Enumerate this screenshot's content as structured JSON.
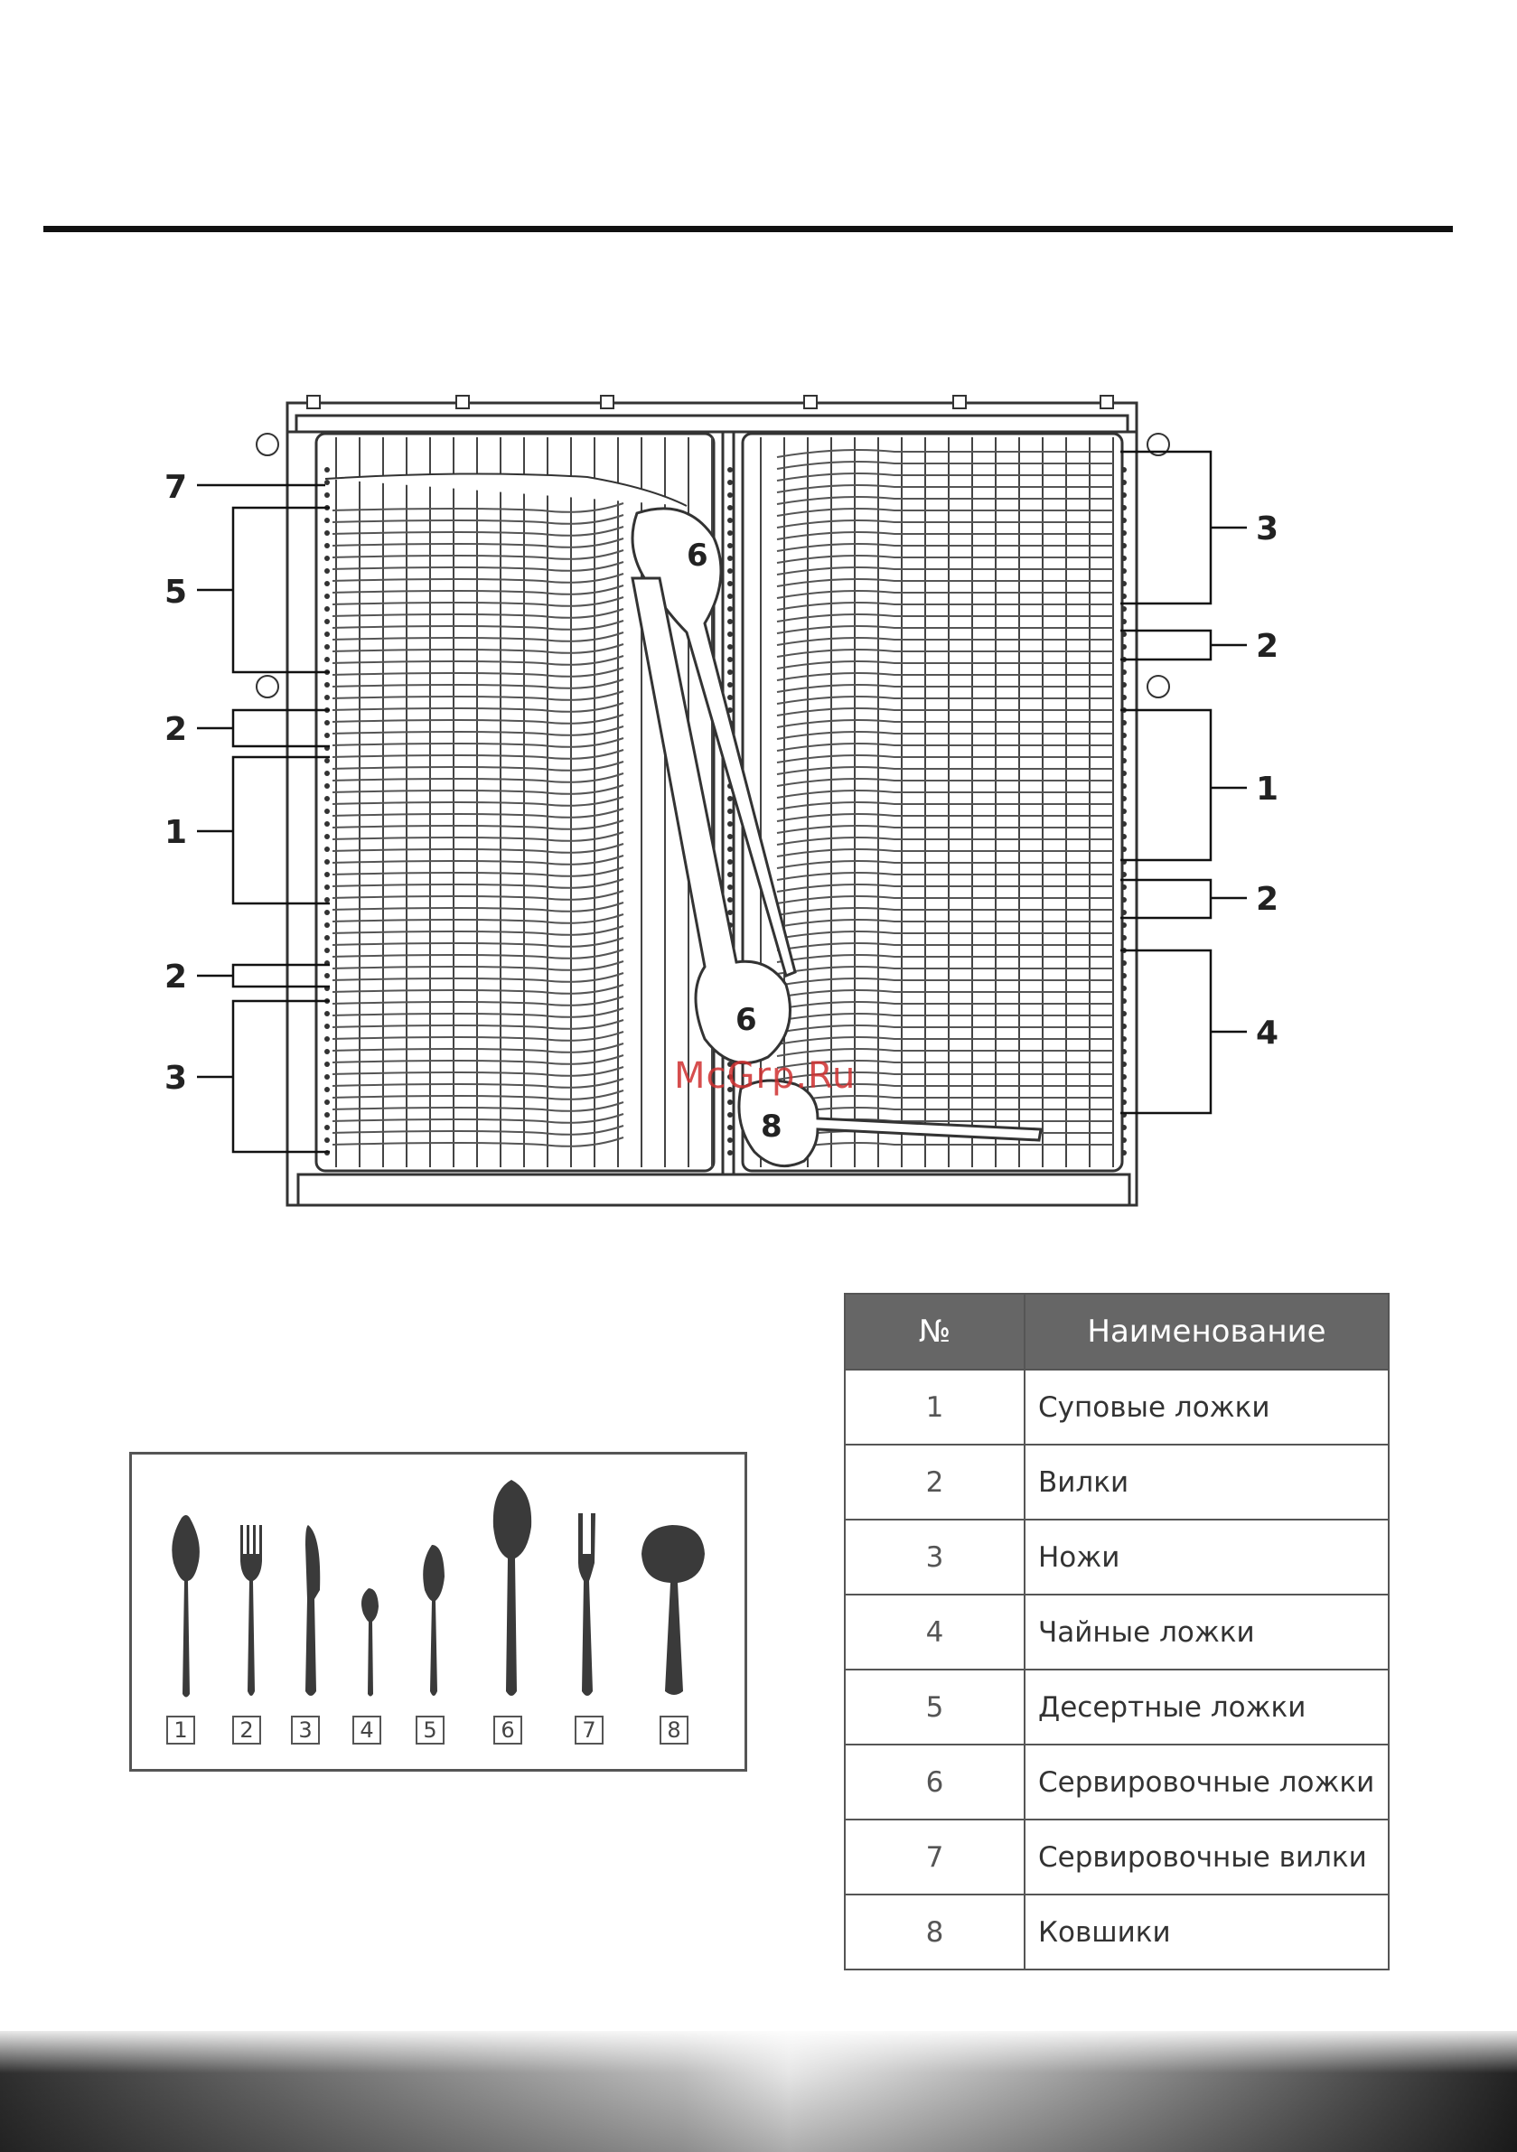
{
  "diagram": {
    "callouts_left": [
      "7",
      "5",
      "2",
      "1",
      "2",
      "3"
    ],
    "callouts_right": [
      "3",
      "2",
      "1",
      "2",
      "4"
    ],
    "rack_labels": [
      "6",
      "6",
      "8"
    ],
    "watermark": "McGrp.Ru"
  },
  "legend": {
    "items": [
      {
        "num": "1",
        "icon": "soup-spoon-icon"
      },
      {
        "num": "2",
        "icon": "fork-icon"
      },
      {
        "num": "3",
        "icon": "knife-icon"
      },
      {
        "num": "4",
        "icon": "teaspoon-icon"
      },
      {
        "num": "5",
        "icon": "dessert-spoon-icon"
      },
      {
        "num": "6",
        "icon": "serving-spoon-icon"
      },
      {
        "num": "7",
        "icon": "serving-fork-icon"
      },
      {
        "num": "8",
        "icon": "ladle-icon"
      }
    ]
  },
  "table": {
    "headers": [
      "№",
      "Наименование"
    ],
    "rows": [
      {
        "num": "1",
        "name": "Суповые ложки"
      },
      {
        "num": "2",
        "name": "Вилки"
      },
      {
        "num": "3",
        "name": "Ножи"
      },
      {
        "num": "4",
        "name": "Чайные ложки"
      },
      {
        "num": "5",
        "name": "Десертные ложки"
      },
      {
        "num": "6",
        "name": "Сервировочные ложки"
      },
      {
        "num": "7",
        "name": "Сервировочные вилки"
      },
      {
        "num": "8",
        "name": "Ковшики"
      }
    ]
  },
  "colors": {
    "table_header": "#666666",
    "watermark": "#d03030",
    "ink": "#333333"
  }
}
